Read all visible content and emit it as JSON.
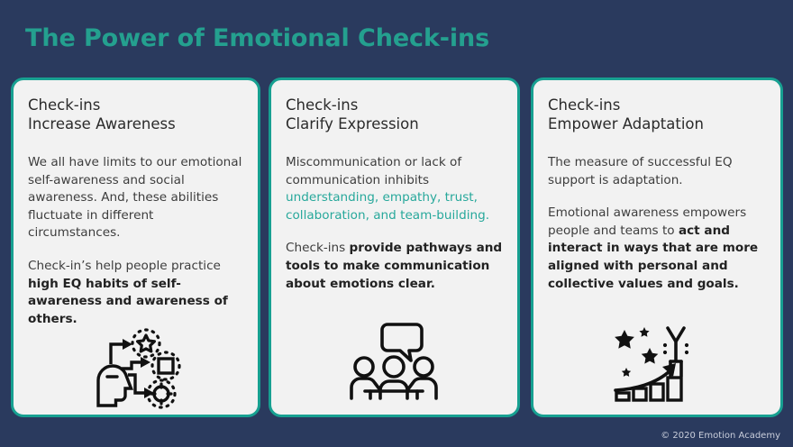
{
  "slide": {
    "background_color": "#2a3a5e",
    "title": "The Power of Emotional Check-ins",
    "title_color": "#24a08f",
    "accent_color": "#17a091",
    "card_background": "#f2f2f2",
    "body_text_color": "#3d3d3d",
    "footer": "© 2020 Emotion Academy"
  },
  "cards": [
    {
      "heading_line1": "Check-ins",
      "heading_line2": "Increase Awareness",
      "para1": "We all have limits to our emotional self-awareness and social awareness. And, these abilities fluctuate in different circumstances.",
      "para2_plain": "Check-in’s help people practice ",
      "para2_bold": "high EQ habits of self-awareness and awareness of others.",
      "icon": "head-with-arrows-to-shapes-icon"
    },
    {
      "heading_line1": "Check-ins",
      "heading_line2": "Clarify Expression",
      "para1_plain": "Miscommunication or lack of communication inhibits ",
      "para1_teal": "understanding, empathy, trust, collaboration, and team-building.",
      "para2_plain": "Check-ins ",
      "para2_bold": "provide pathways and tools to make communication about emotions clear.",
      "icon": "people-meeting-speech-bubble-icon"
    },
    {
      "heading_line1": "Check-ins",
      "heading_line2": "Empower Adaptation",
      "para1": "The measure of successful EQ support is adaptation.",
      "para2_plain": "Emotional awareness empowers people and teams to ",
      "para2_bold": "act and interact in ways that are more aligned with personal and collective values and goals.",
      "icon": "person-celebrating-growth-chart-icon"
    }
  ]
}
